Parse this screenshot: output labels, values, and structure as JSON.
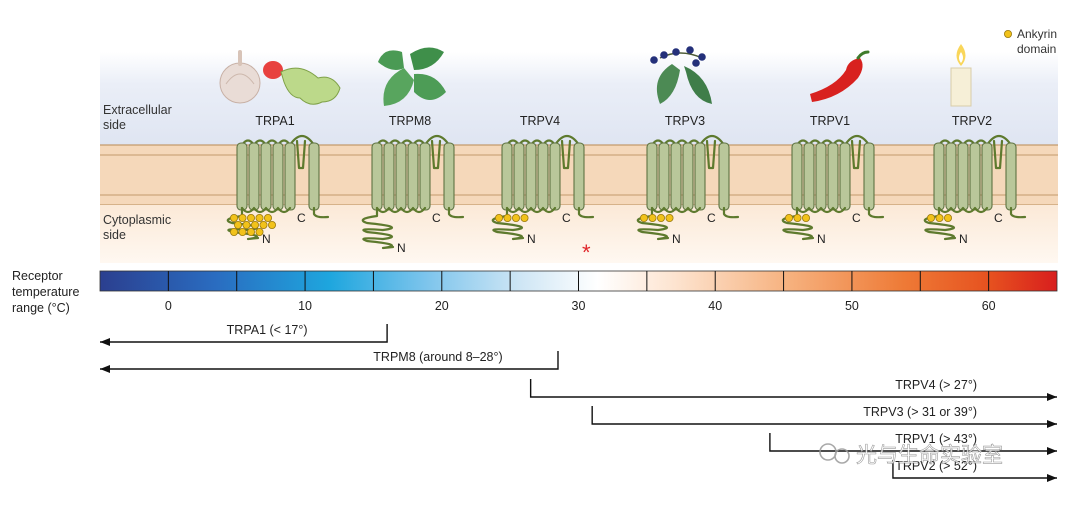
{
  "labels": {
    "extracellular": [
      "Extracellular",
      "side"
    ],
    "cytoplasmic": [
      "Cytoplasmic",
      "side"
    ],
    "ankyrin": [
      "Ankyrin",
      "domain"
    ],
    "receptor_range": [
      "Receptor",
      "temperature",
      "range (°C)"
    ],
    "c_terminus": "C",
    "n_terminus": "N",
    "asterisk": "*"
  },
  "channels": [
    {
      "name": "TRPA1",
      "icon": "garlic-radish-icon",
      "ankyrin_repeats": 14
    },
    {
      "name": "TRPM8",
      "icon": "mint-leaf-icon",
      "ankyrin_repeats": 0
    },
    {
      "name": "TRPV4",
      "icon": "",
      "ankyrin_repeats": 4
    },
    {
      "name": "TRPV3",
      "icon": "camphor-branch-icon",
      "ankyrin_repeats": 4
    },
    {
      "name": "TRPV1",
      "icon": "chili-pepper-icon",
      "ankyrin_repeats": 3
    },
    {
      "name": "TRPV2",
      "icon": "candle-icon",
      "ankyrin_repeats": 3
    }
  ],
  "scale": {
    "min": -5,
    "max": 65,
    "tick_labels": [
      "0",
      "10",
      "20",
      "30",
      "40",
      "50",
      "60"
    ],
    "tick_values": [
      0,
      10,
      20,
      30,
      40,
      50,
      60
    ]
  },
  "ranges": [
    {
      "label": "TRPA1 (< 17°)",
      "start": -5,
      "end": 16,
      "direction": "left"
    },
    {
      "label": "TRPM8 (around 8–28°)",
      "start": -5,
      "end": 28.5,
      "direction": "left"
    },
    {
      "label": "TRPV4 (> 27°)",
      "start": 26.5,
      "end": 65,
      "direction": "right"
    },
    {
      "label": "TRPV3 (> 31 or 39°)",
      "start": 31,
      "end": 65,
      "direction": "right"
    },
    {
      "label": "TRPV1 (> 43°)",
      "start": 44,
      "end": 65,
      "direction": "right"
    },
    {
      "label": "TRPV2 (> 52°)",
      "start": 53,
      "end": 65,
      "direction": "right"
    }
  ],
  "watermark": "光与生命实验室",
  "colors": {
    "extracellular_bg": "#e3e9f5",
    "membrane": "#f5d6b6",
    "cytoplasm_bg": "#fbecdd",
    "channel_fill": "#b9c79a",
    "ankyrin": "#f2c21a",
    "asterisk": "#e0262b"
  }
}
